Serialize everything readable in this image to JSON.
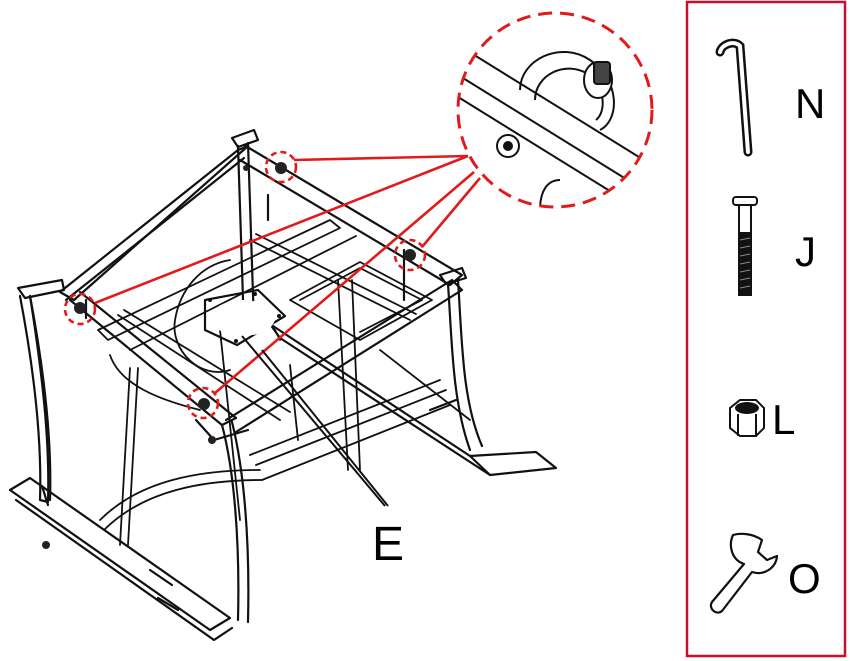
{
  "callout_label": "E",
  "parts": [
    {
      "id": "N",
      "label": "N",
      "icon": "allen-key-icon"
    },
    {
      "id": "J",
      "label": "J",
      "icon": "bolt-icon"
    },
    {
      "id": "L",
      "label": "L",
      "icon": "nut-icon"
    },
    {
      "id": "O",
      "label": "O",
      "icon": "wrench-icon"
    }
  ],
  "colors": {
    "highlight": "#e01b1b",
    "line": "#111111",
    "background": "#ffffff"
  }
}
